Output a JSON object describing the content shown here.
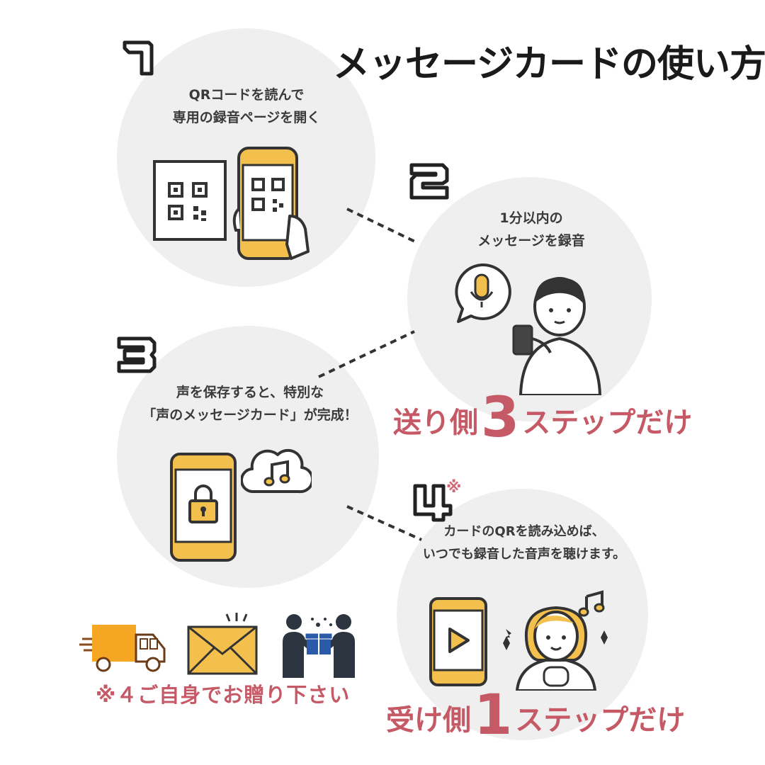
{
  "title": "メッセージカードの使い方",
  "steps": [
    {
      "number": "1",
      "desc_line1": "QRコードを読んで",
      "desc_line2": "専用の録音ページを開く"
    },
    {
      "number": "2",
      "desc_line1": "1分以内の",
      "desc_line2": "メッセージを録音"
    },
    {
      "number": "3",
      "desc_line1": "声を保存すると、特別な",
      "desc_line2": "「声のメッセージカード」が完成！"
    },
    {
      "number": "4",
      "mark": "※",
      "desc_line1": "カードのQRを読み込めば、",
      "desc_line2": "いつでも録音した音声を聴けます。"
    }
  ],
  "sender_tagline": {
    "prefix": "送り側",
    "count": "3",
    "suffix": "ステップだけ"
  },
  "receiver_tagline": {
    "prefix": "受け側",
    "count": "1",
    "suffix": "ステップだけ"
  },
  "note": "※４ご自身でお贈り下さい",
  "icons": [
    "qr-card-icon",
    "phone-scan-icon",
    "mic-bubble-icon",
    "person-phone-icon",
    "phone-lock-icon",
    "cloud-music-icon",
    "phone-play-icon",
    "woman-music-icon",
    "delivery-truck-icon",
    "envelope-icon",
    "gift-handover-icon"
  ],
  "colors": {
    "accent": "#c55a66",
    "yellow": "#f3c04e",
    "circle": "#efefef",
    "outline": "#333333"
  }
}
